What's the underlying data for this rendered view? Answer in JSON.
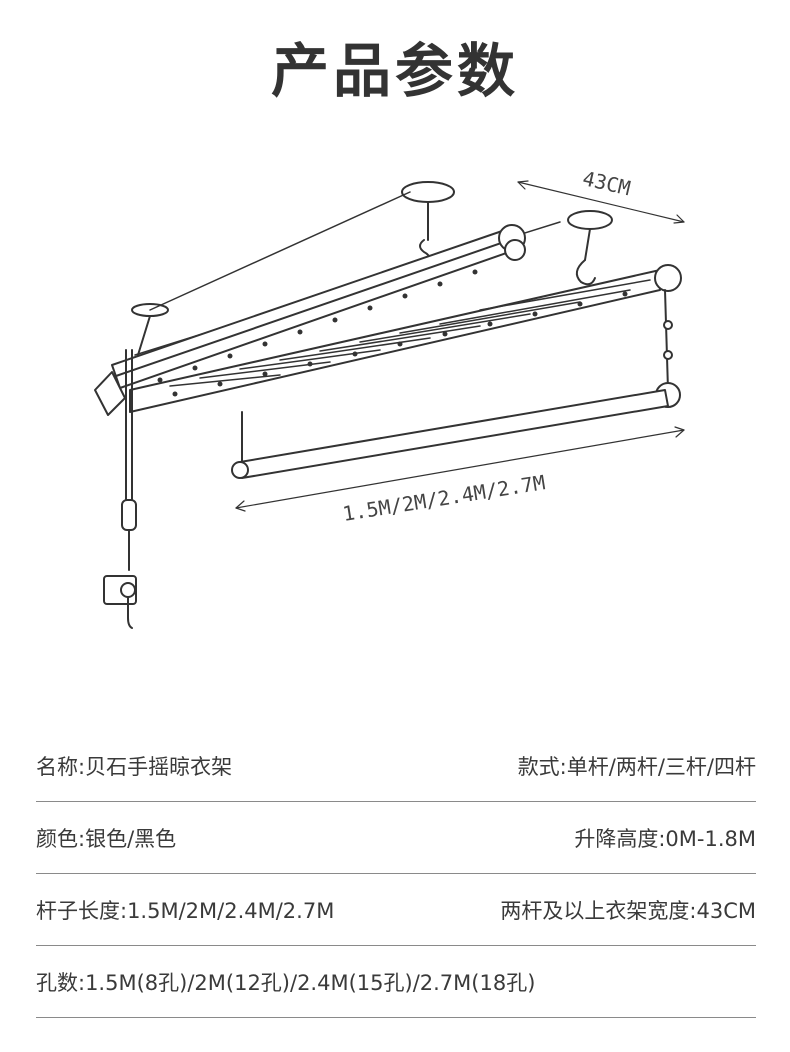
{
  "page": {
    "title": "产品参数"
  },
  "diagram": {
    "width_label": "43CM",
    "length_label": "1.5M/2M/2.4M/2.7M"
  },
  "params": {
    "rows": [
      {
        "left": "名称:贝石手摇晾衣架",
        "right": "款式:单杆/两杆/三杆/四杆"
      },
      {
        "left": "颜色:银色/黑色",
        "right": "升降高度:0M-1.8M"
      },
      {
        "left": "杆子长度:1.5M/2M/2.4M/2.7M",
        "right": "两杆及以上衣架宽度:43CM"
      },
      {
        "left": "孔数:1.5M(8孔)/2M(12孔)/2.4M(15孔)/2.7M(18孔)",
        "right": ""
      }
    ]
  }
}
